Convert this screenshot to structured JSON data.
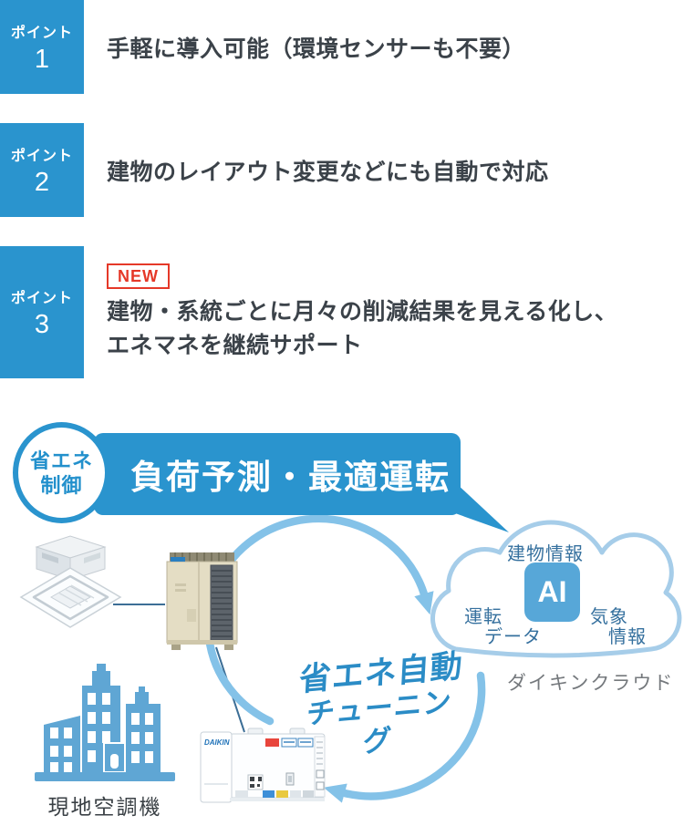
{
  "points": [
    {
      "label": "ポイント",
      "number": "1",
      "text": "手軽に導入可能（環境センサーも不要）"
    },
    {
      "label": "ポイント",
      "number": "2",
      "text": "建物のレイアウト変更などにも自動で対応"
    },
    {
      "label": "ポイント",
      "number": "3",
      "badge": "NEW",
      "text_line1": "建物・系統ごとに月々の削減結果を見える化し、",
      "text_line2": "エネマネを継続サポート"
    }
  ],
  "diagram": {
    "control_badge": {
      "line1": "省エネ",
      "line2": "制御"
    },
    "banner_title": "負荷予測・最適運転",
    "cloud": {
      "top_label": "建物情報",
      "ai_label": "AI",
      "left_label_line1": "運転",
      "left_label_line2": "データ",
      "right_label_line1": "気象",
      "right_label_line2": "情報",
      "caption": "ダイキンクラウド"
    },
    "tuning": {
      "line1": "省エネ自動",
      "line2": "チューニング"
    },
    "site_label": "現地空調機",
    "controller_brand": "DAIKIN"
  },
  "colors": {
    "primary_blue": "#2A94CE",
    "light_arrow_blue": "#84C2E8",
    "cloud_border_blue": "#A6CDE9",
    "ai_box_blue": "#57A7D8",
    "building_blue": "#5FA6D4",
    "cloud_text_blue": "#35709E",
    "tuning_text_blue": "#2B8CC6",
    "caption_gray": "#75797D",
    "heading_text": "#3B4249",
    "new_badge_red": "#E53828",
    "connector_line": "#3C6E96"
  },
  "icons": {
    "cloud": "cloud-shape",
    "building": "buildings-icon",
    "cycle_arrows": "cycle-arrows-icon",
    "indoor_unit": "ceiling-cassette-indoor-unit-illustration",
    "outdoor_unit": "outdoor-unit-illustration",
    "controller": "edge-controller-illustration",
    "speech_tail": "speech-bubble-tail"
  }
}
